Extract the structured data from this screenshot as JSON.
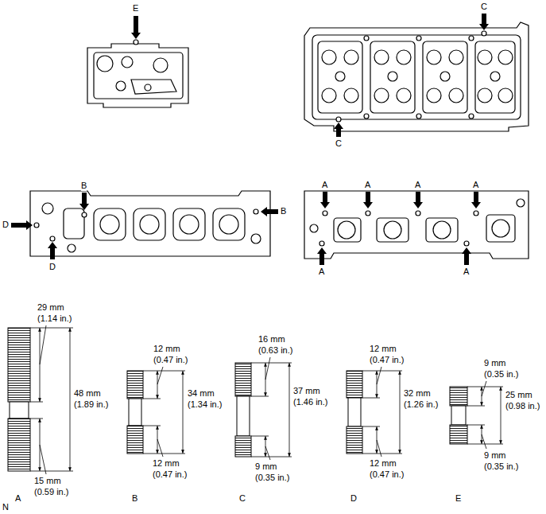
{
  "diagram": {
    "labels": [
      "E",
      "C",
      "C",
      "B",
      "B",
      "D",
      "D",
      "A",
      "A",
      "A",
      "A",
      "A",
      "A",
      "29 mm",
      "(1.14 in.)",
      "48 mm",
      "(1.89 in.)",
      "15 mm",
      "(0.59 in.)",
      "A",
      "12 mm",
      "(0.47 in.)",
      "34 mm",
      "(1.34 in.)",
      "12 mm",
      "(0.47 in.)",
      "B",
      "16 mm",
      "(0.63 in.)",
      "37 mm",
      "(1.46 in.)",
      "9 mm",
      "(0.35 in.)",
      "C",
      "12 mm",
      "(0.47 in.)",
      "32 mm",
      "(1.26 in.)",
      "12 mm",
      "(0.47 in.)",
      "D",
      "9 mm",
      "(0.35 in.)",
      "25 mm",
      "(0.98 in.)",
      "9 mm",
      "(0.35 in.)",
      "E",
      "N"
    ]
  }
}
